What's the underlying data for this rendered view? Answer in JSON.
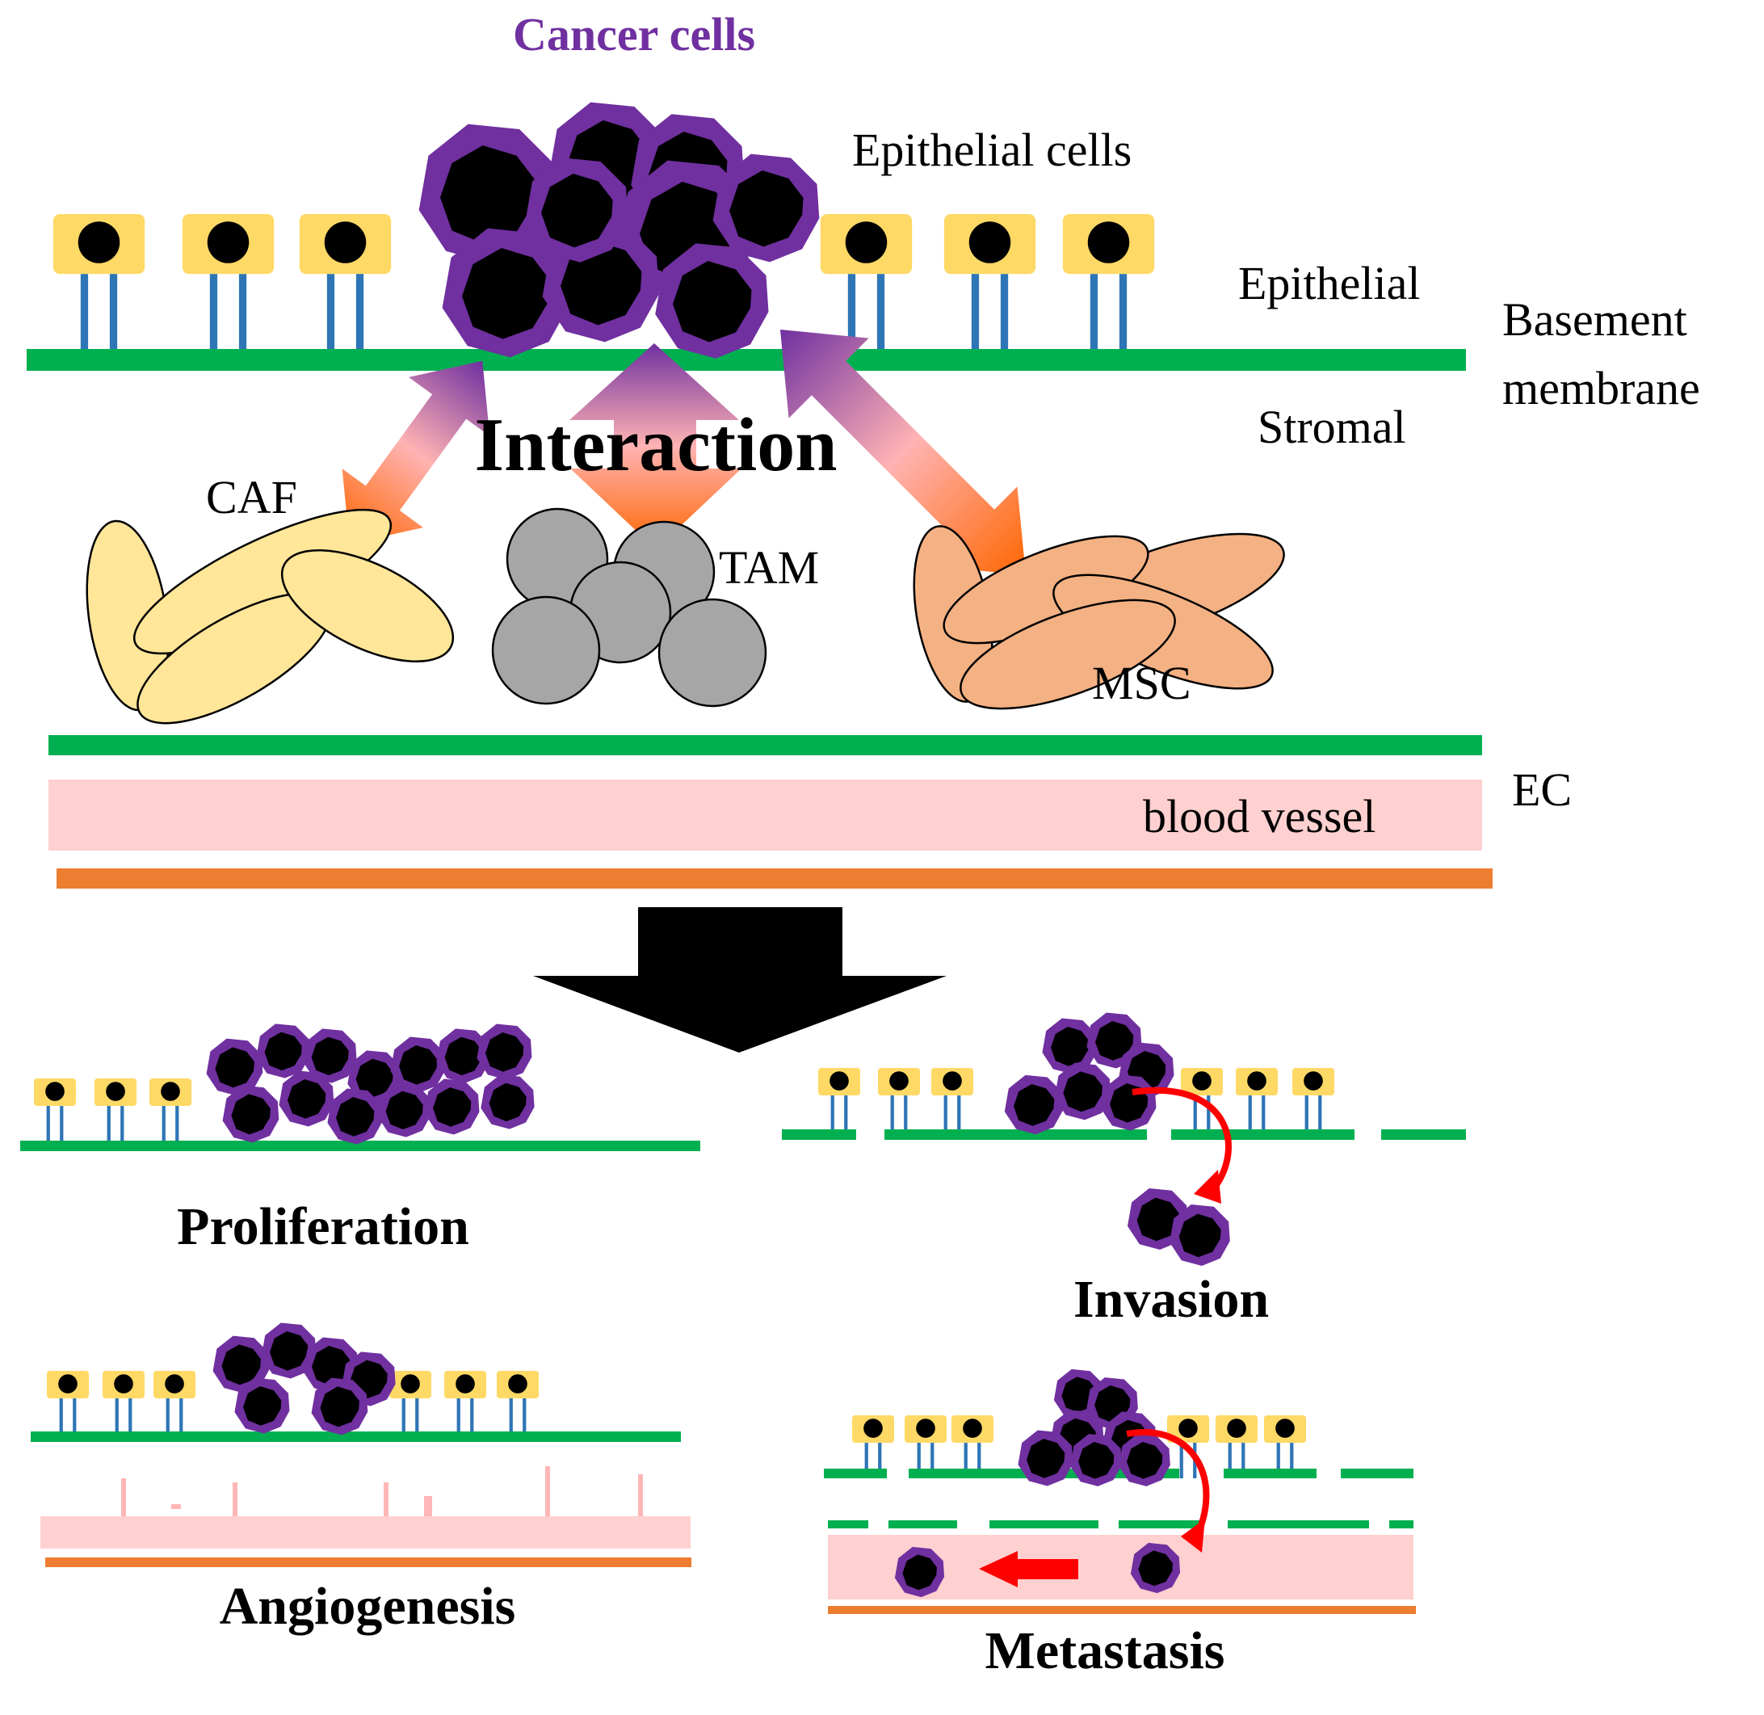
{
  "labels": {
    "cancer_cells": "Cancer cells",
    "epithelial_cells": "Epithelial cells",
    "epithelial": "Epithelial",
    "basement_membrane_line1": "Basement",
    "basement_membrane_line2": "membrane",
    "stromal": "Stromal",
    "interaction": "Interaction",
    "caf": "CAF",
    "tam": "TAM",
    "msc": "MSC",
    "ec": "EC",
    "blood_vessel": "blood vessel"
  },
  "outcomes": {
    "proliferation": "Proliferation",
    "invasion": "Invasion",
    "angiogenesis": "Angiogenesis",
    "metastasis": "Metastasis"
  },
  "colors": {
    "cancer_outline": "#7030a0",
    "cancer_label": "#7030a0",
    "nucleus": "#000000",
    "epithelial_cell": "#ffd966",
    "anchor": "#2e75b6",
    "basement_membrane": "#00b050",
    "blood_vessel": "#ffd0d0",
    "endothelium": "#ed7d31",
    "caf": "#ffe699",
    "tam": "#a6a6a6",
    "msc": "#f4b183",
    "arrow_top": "#7030a0",
    "arrow_mid": "#ffb3b3",
    "arrow_bottom": "#ff6600",
    "migration_arrow": "#ff0000"
  }
}
